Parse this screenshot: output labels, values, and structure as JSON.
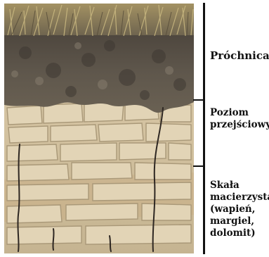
{
  "figure": {
    "horizons": [
      {
        "label": "Próchnica"
      },
      {
        "label": "Poziom\nprzejściowy"
      },
      {
        "label": "Skała\nmacierzysta\n(wapień,\nmargiel,\ndolomit)"
      }
    ]
  },
  "colors": {
    "grass": "#8f7d4f",
    "humus": "#5a5146",
    "transition": "#d8c8a7",
    "bedrock": "#cfbf9d",
    "crack": "#2e2722"
  }
}
